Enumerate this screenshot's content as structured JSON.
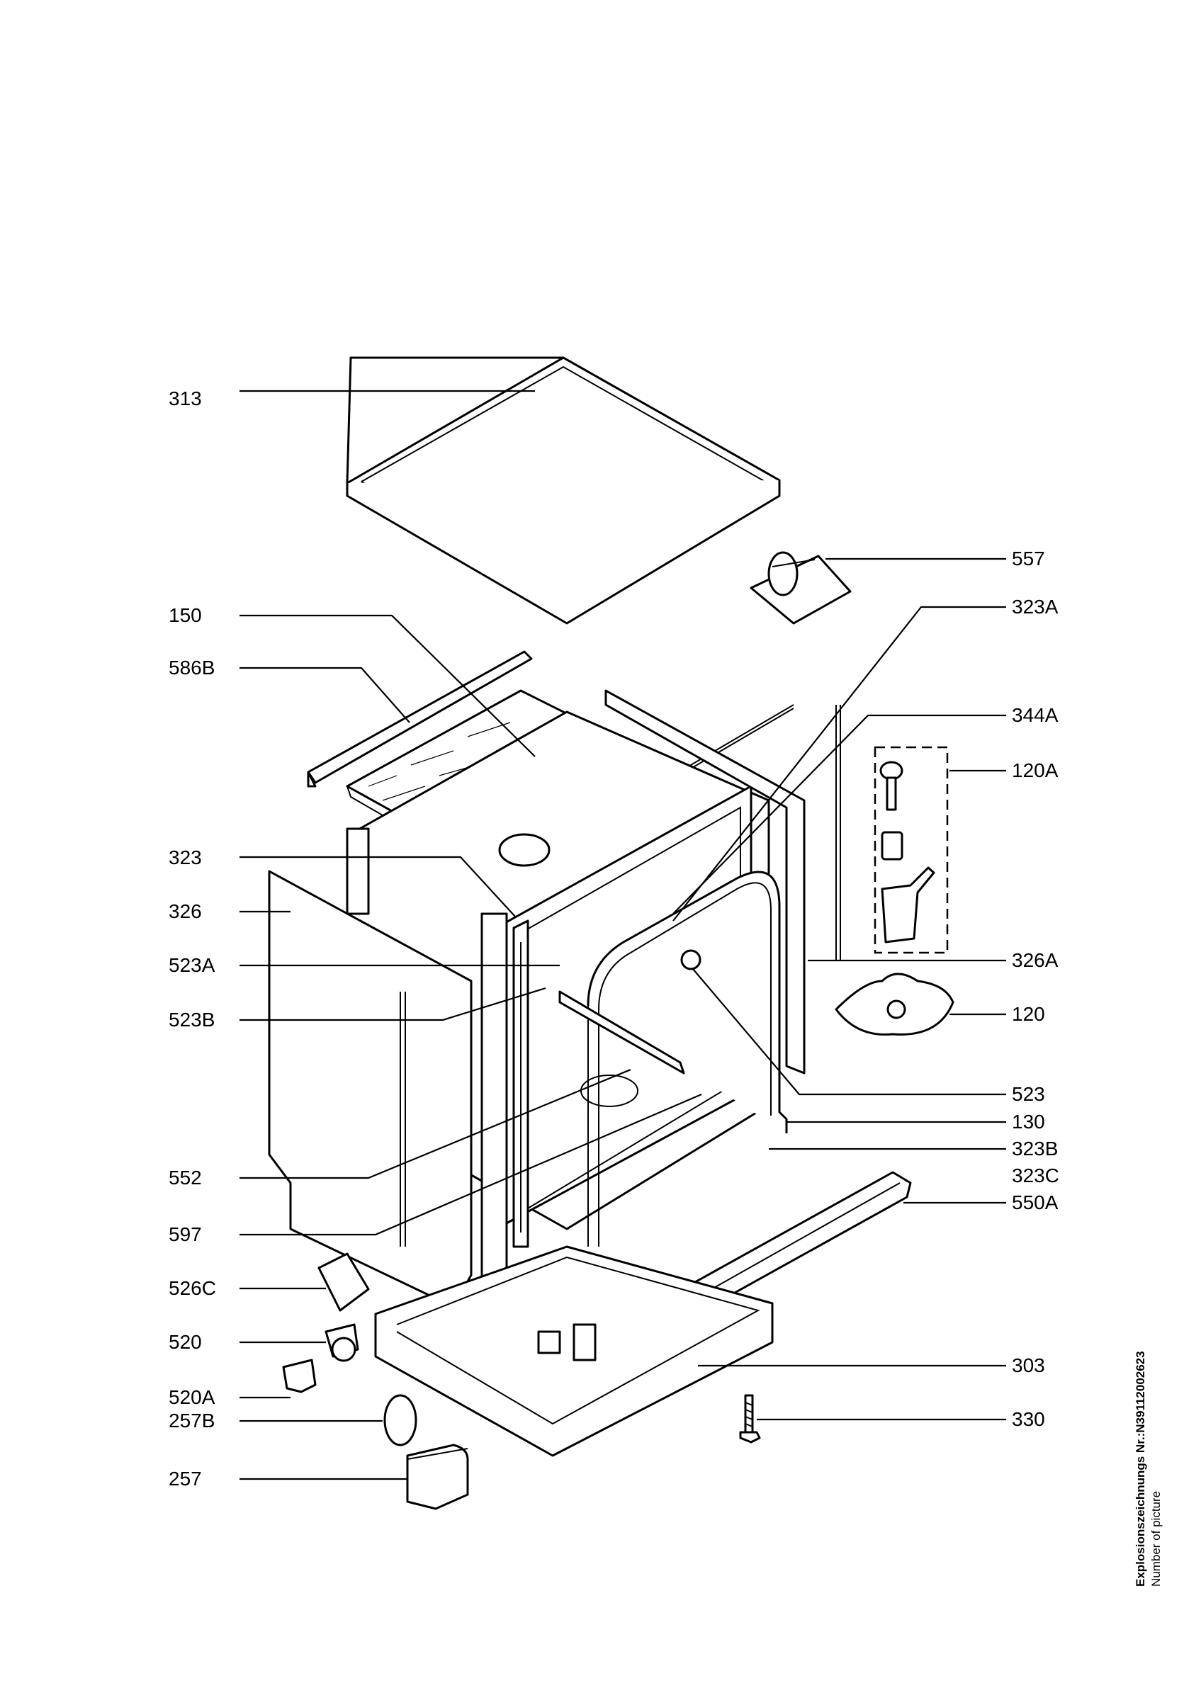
{
  "callouts": {
    "c313": "313",
    "c557": "557",
    "c150": "150",
    "c323A": "323A",
    "c586B": "586B",
    "c344A": "344A",
    "c120A": "120A",
    "c323": "323",
    "c326": "326",
    "c326A": "326A",
    "c523A": "523A",
    "c120": "120",
    "c523B": "523B",
    "c523": "523",
    "c130": "130",
    "c323B": "323B",
    "c552": "552",
    "c323C": "323C",
    "c550A": "550A",
    "c597": "597",
    "c526C": "526C",
    "c520": "520",
    "c303": "303",
    "c520A": "520A",
    "c257B": "257B",
    "c330": "330",
    "c257": "257"
  },
  "side_caption": {
    "line1": "Explosionszeichnungs Nr.:N3911200262​3",
    "line2": "Number of picture"
  }
}
